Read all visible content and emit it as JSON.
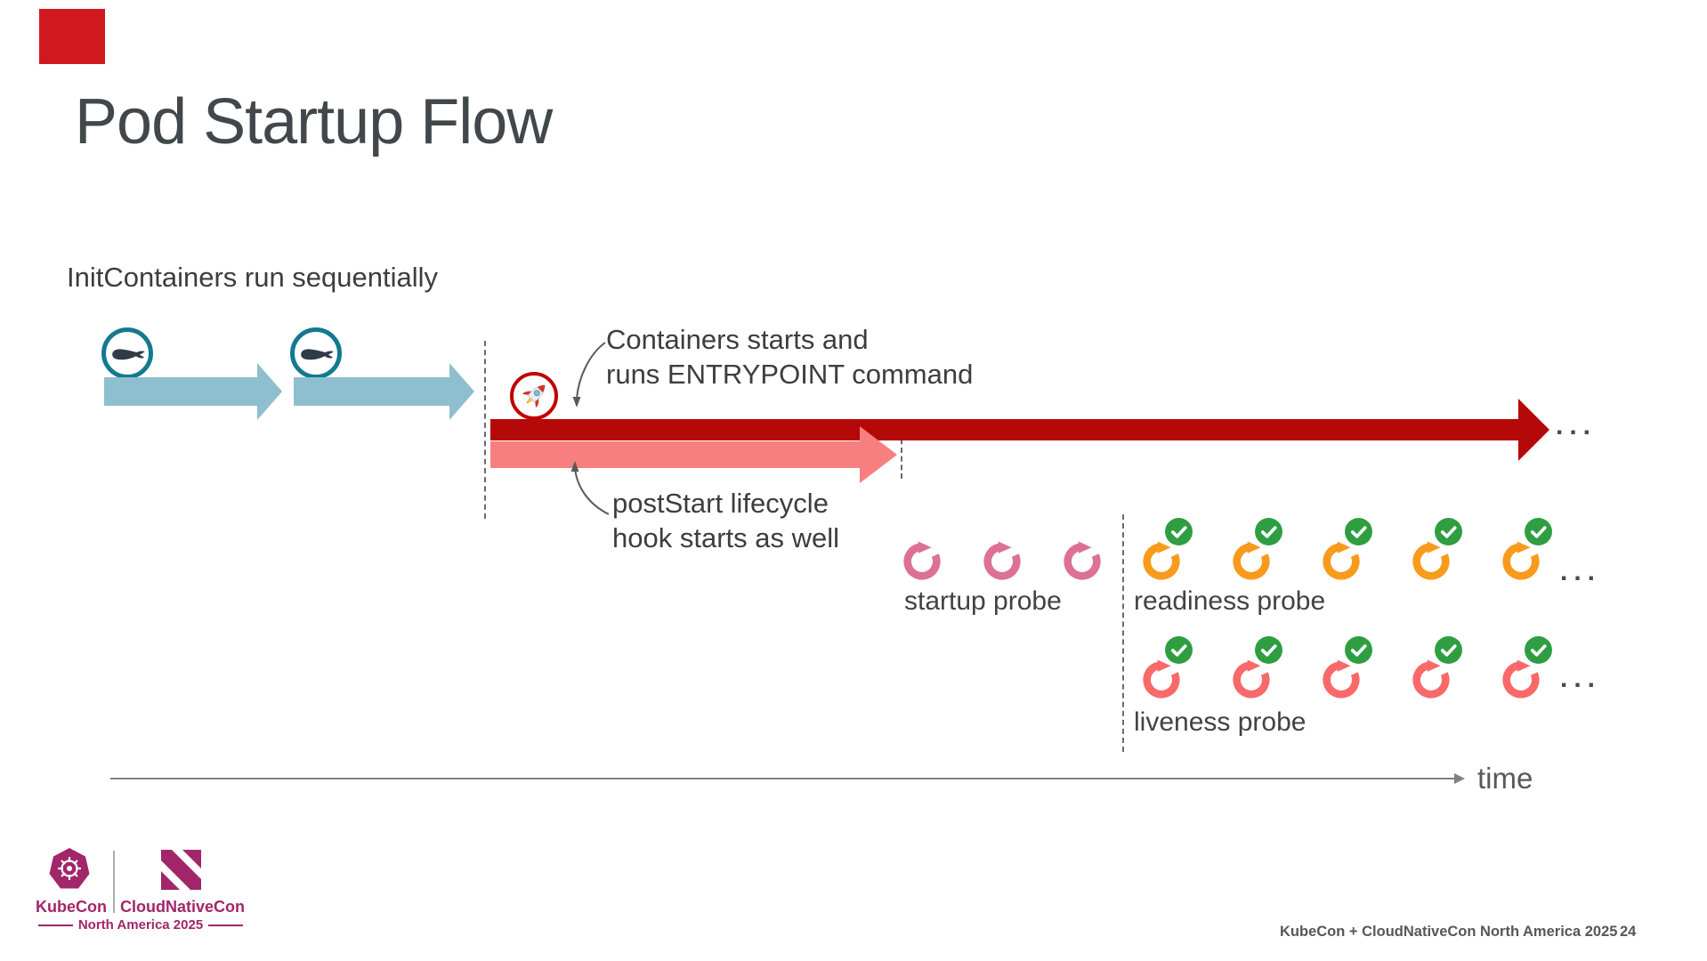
{
  "slide": {
    "title": "Pod Startup Flow"
  },
  "diagram": {
    "init_label": "InitContainers run sequentially",
    "containers_note": {
      "line1": "Containers starts and",
      "line2": "runs ENTRYPOINT command"
    },
    "poststart_note": {
      "line1": "postStart lifecycle",
      "line2": "hook starts as well"
    },
    "ellipsis": "...",
    "time_label": "time"
  },
  "probes": {
    "startup": {
      "label": "startup probe",
      "count": 3,
      "checked": false,
      "color": "#DD7193"
    },
    "readiness": {
      "label": "readiness probe",
      "count": 5,
      "checked": true,
      "color": "#F89B1C"
    },
    "liveness": {
      "label": "liveness probe",
      "count": 5,
      "checked": true,
      "color": "#F9696A"
    },
    "check_color": "#2E9E41"
  },
  "logo": {
    "kubecon": "KubeCon",
    "cloudnativecon": "CloudNativeCon",
    "event": "North America 2025"
  },
  "footer": {
    "text": "KubeCon + CloudNativeCon North America 2025",
    "page": "24"
  },
  "colors": {
    "accent_red": "#D0191F",
    "teal": "#13798F",
    "init_arrow_blue": "#8EBFCE",
    "container_arrow_red": "#B50808",
    "poststart_arrow_pink": "#F87F7F",
    "startup_probe_pink": "#DD7193",
    "readiness_probe_orange": "#F89B1C",
    "liveness_probe_red": "#F9696A",
    "check_green": "#2E9E41",
    "brand_magenta": "#A1266A"
  }
}
